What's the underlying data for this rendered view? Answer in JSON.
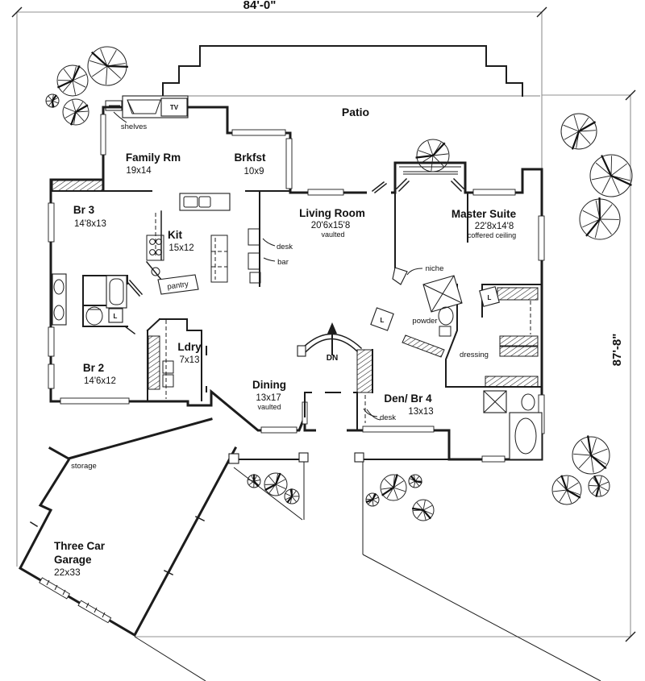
{
  "plan": {
    "dimensions": {
      "width": "84'-0\"",
      "height": "87'-8\""
    },
    "rooms": {
      "patio": {
        "name": "Patio"
      },
      "family": {
        "name": "Family Rm",
        "size": "19x14"
      },
      "brkfst": {
        "name": "Brkfst",
        "size": "10x9"
      },
      "br3": {
        "name": "Br 3",
        "size": "14'8x13"
      },
      "kit": {
        "name": "Kit",
        "size": "15x12"
      },
      "living": {
        "name": "Living Room",
        "size": "20'6x15'8",
        "note": "vaulted"
      },
      "master": {
        "name": "Master Suite",
        "size": "22'8x14'8",
        "note": "coffered ceiling"
      },
      "br2": {
        "name": "Br 2",
        "size": "14'6x12"
      },
      "ldry": {
        "name": "Ldry",
        "size": "7x13"
      },
      "dining": {
        "name": "Dining",
        "size": "13x17",
        "note": "vaulted"
      },
      "den": {
        "name": "Den/ Br 4",
        "size": "13x13"
      },
      "garage": {
        "name_line1": "Three Car",
        "name_line2": "Garage",
        "size": "22x33"
      }
    },
    "annotations": {
      "shelves": "shelves",
      "tv": "TV",
      "desk_kitchen": "desk",
      "bar": "bar",
      "pantry": "pantry",
      "niche": "niche",
      "powder": "powder",
      "dn": "DN",
      "dressing": "dressing",
      "desk_den": "desk",
      "storage": "storage",
      "linen": "L"
    },
    "colors": {
      "ink": "#1c1c1c",
      "boundary": "#909090",
      "paper": "#ffffff"
    }
  }
}
